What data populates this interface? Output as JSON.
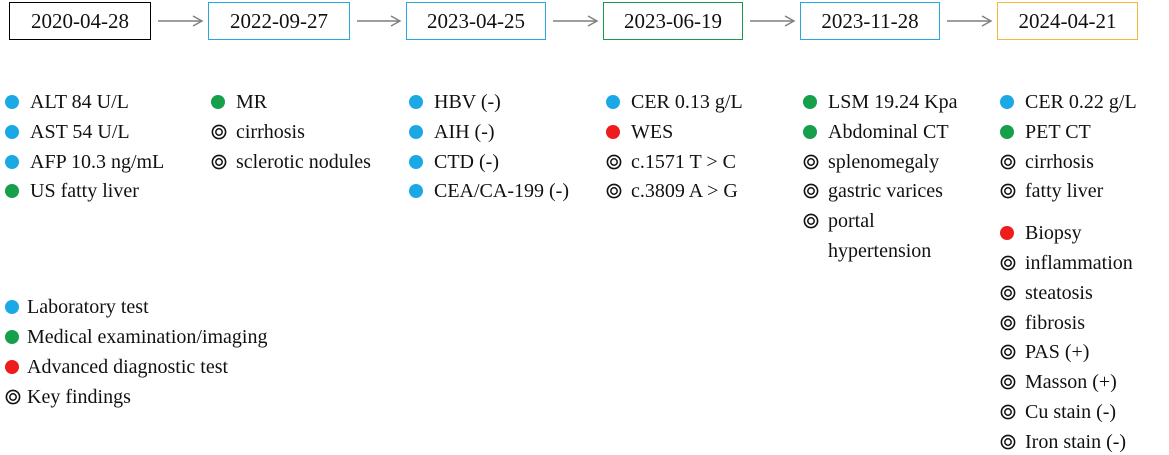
{
  "colors": {
    "laboratory": "#1ba9e6",
    "imaging": "#17a04b",
    "advanced": "#ee1c1c",
    "box_black": "#000000",
    "box_blue": "#29a8e0",
    "box_green": "#199a4a",
    "box_yellow": "#f4b93a",
    "arrow": "#7f7f7f"
  },
  "timeline": [
    {
      "date": "2020-04-28",
      "border": "box_black",
      "items": [
        {
          "marker": "laboratory",
          "text": "ALT 84 U/L"
        },
        {
          "marker": "laboratory",
          "text": "AST 54 U/L"
        },
        {
          "marker": "laboratory",
          "text": "AFP 10.3 ng/mL"
        },
        {
          "marker": "imaging",
          "text": "US fatty liver"
        }
      ]
    },
    {
      "date": "2022-09-27",
      "border": "box_blue",
      "items": [
        {
          "marker": "imaging",
          "text": "MR"
        },
        {
          "marker": "finding",
          "text": "cirrhosis"
        },
        {
          "marker": "finding",
          "text": "sclerotic nodules"
        }
      ]
    },
    {
      "date": "2023-04-25",
      "border": "box_blue",
      "items": [
        {
          "marker": "laboratory",
          "text": "HBV (-)"
        },
        {
          "marker": "laboratory",
          "text": "AIH (-)"
        },
        {
          "marker": "laboratory",
          "text": "CTD (-)"
        },
        {
          "marker": "laboratory",
          "text": "CEA/CA-199 (-)"
        }
      ]
    },
    {
      "date": "2023-06-19",
      "border": "box_green",
      "items": [
        {
          "marker": "laboratory",
          "text": "CER 0.13 g/L"
        },
        {
          "marker": "advanced",
          "text": "WES"
        },
        {
          "marker": "finding",
          "text": "c.1571 T > C"
        },
        {
          "marker": "finding",
          "text": "c.3809 A > G"
        }
      ]
    },
    {
      "date": "2023-11-28",
      "border": "box_blue",
      "items": [
        {
          "marker": "imaging",
          "text": "LSM 19.24 Kpa"
        },
        {
          "marker": "imaging",
          "text": "Abdominal CT"
        },
        {
          "marker": "finding",
          "text": "splenomegaly"
        },
        {
          "marker": "finding",
          "text": "gastric varices"
        },
        {
          "marker": "finding",
          "text": "portal",
          "continuation": "hypertension"
        }
      ]
    },
    {
      "date": "2024-04-21",
      "border": "box_yellow",
      "items": [
        {
          "marker": "laboratory",
          "text": "CER 0.22 g/L"
        },
        {
          "marker": "imaging",
          "text": "PET CT"
        },
        {
          "marker": "finding",
          "text": "cirrhosis"
        },
        {
          "marker": "finding",
          "text": "fatty liver"
        },
        {
          "marker": "advanced",
          "text": "Biopsy"
        },
        {
          "marker": "finding",
          "text": "inflammation"
        },
        {
          "marker": "finding",
          "text": "steatosis"
        },
        {
          "marker": "finding",
          "text": "fibrosis"
        },
        {
          "marker": "finding",
          "text": "PAS (+)"
        },
        {
          "marker": "finding",
          "text": "Masson (+)"
        },
        {
          "marker": "finding",
          "text": "Cu stain (-)"
        },
        {
          "marker": "finding",
          "text": "Iron stain (-)"
        }
      ]
    }
  ],
  "legend": [
    {
      "marker": "laboratory",
      "text": "Laboratory test"
    },
    {
      "marker": "imaging",
      "text": "Medical examination/imaging"
    },
    {
      "marker": "advanced",
      "text": "Advanced diagnostic test"
    },
    {
      "marker": "finding",
      "text": "Key findings"
    }
  ]
}
